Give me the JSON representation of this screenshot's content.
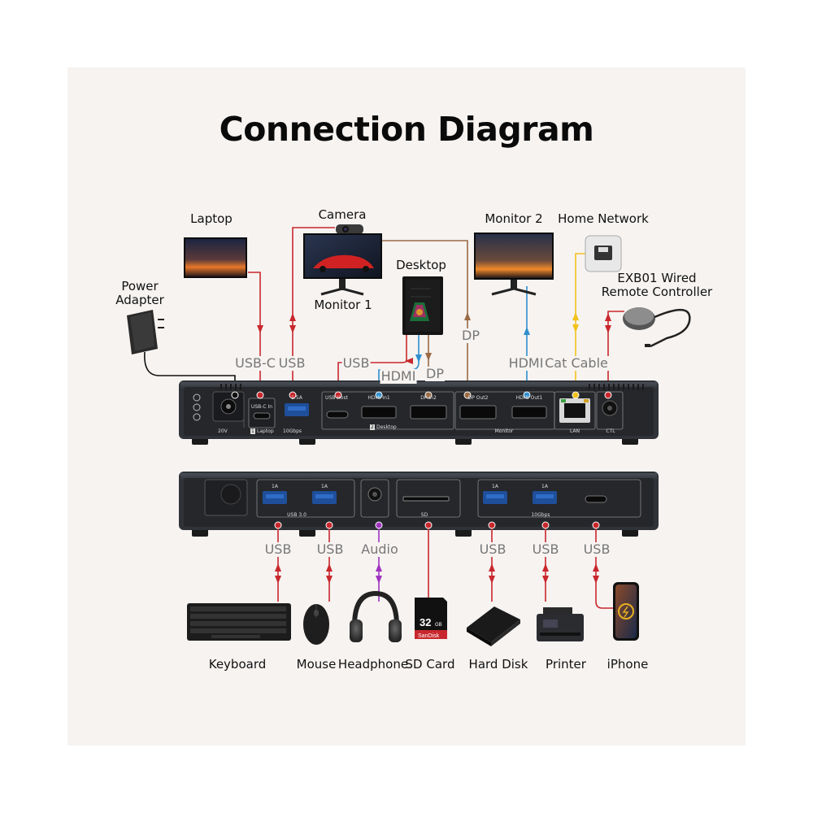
{
  "title": "Connection Diagram",
  "devices": {
    "laptop": "Laptop",
    "camera": "Camera",
    "monitor1": "Monitor 1",
    "desktop": "Desktop",
    "monitor2": "Monitor 2",
    "home_network": "Home Network",
    "remote_line1": "EXB01 Wired",
    "remote_line2": "Remote Controller",
    "power_line1": "Power",
    "power_line2": "Adapter",
    "keyboard": "Keyboard",
    "mouse": "Mouse",
    "headphone": "Headphone",
    "sd_card": "SD Card",
    "hard_disk": "Hard Disk",
    "printer": "Printer",
    "iphone": "iPhone"
  },
  "cables": {
    "usbc": "USB-C",
    "usb_top": "USB",
    "usb_desktop": "USB",
    "hdmi_desktop": "HDMI",
    "dp_desktop": "DP",
    "dp_monitor1": "DP",
    "hdmi_monitor2": "HDMI",
    "cat_cable": "Cat Cable",
    "usb_keyboard": "USB",
    "usb_mouse": "USB",
    "audio": "Audio",
    "usb_harddisk": "USB",
    "usb_printer": "USB",
    "usb_iphone": "USB"
  },
  "rear_ports": {
    "power": "20V",
    "usbc_in": "USB-C In",
    "laptop_group": "Laptop",
    "usb_1_5a": "1.5A",
    "usb_10gbps": "10Gbps",
    "usb_host": "USB Host",
    "hdmi_in1": "HDMI In1",
    "dp_in2": "DP In2",
    "desktop_group": "Desktop",
    "dp_out2": "DP Out2",
    "hdmi_out1": "HDMI Out1",
    "monitor_group": "Monitor",
    "lan": "LAN",
    "ctl": "CTL",
    "group1": "1",
    "group2": "2"
  },
  "front_ports": {
    "usb_a1": "1A",
    "usb_a2": "1A",
    "usb30": "USB 3.0",
    "usb_a3": "1A",
    "usb_a4": "1A",
    "gbps": "10Gbps",
    "sd": "SD"
  },
  "sdcard": {
    "brand": "SanDisk",
    "capacity": "32",
    "unit": "GB"
  },
  "colors": {
    "usb": "#c8282d",
    "hdmi": "#2f8fcf",
    "dp": "#9a6a44",
    "lan": "#f2c21b",
    "audio": "#a033c0",
    "power": "#111111"
  }
}
